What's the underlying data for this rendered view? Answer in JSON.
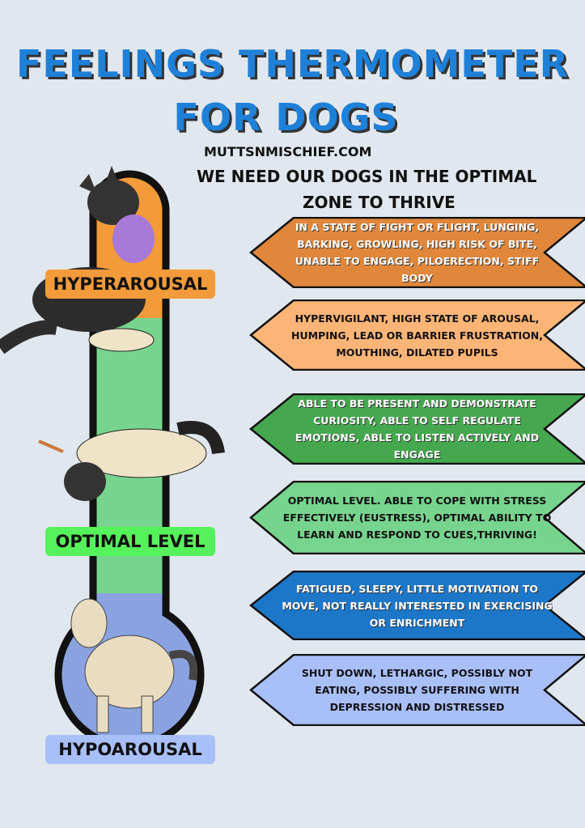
{
  "title": {
    "line1": "FEELINGS THERMOMETER",
    "line2": "FOR DOGS"
  },
  "website": "MUTTSNMISCHIEF.COM",
  "subtitle": {
    "line1": "WE NEED OUR DOGS IN THE OPTIMAL",
    "line2": "ZONE TO THRIVE"
  },
  "zones": {
    "hyper": "HYPERAROUSAL",
    "optimal": "OPTIMAL LEVEL",
    "hypo": "HYPOAROUSAL"
  },
  "colors": {
    "orange": "#e0873c",
    "peach": "#fdb577",
    "green": "#45a84f",
    "lightgreen": "#77d48e",
    "blue": "#1d77c9",
    "lavender": "#a9bff8",
    "pillGreen": "#56f25c"
  },
  "banners": [
    {
      "text": "In a state of fight or flight, lunging, barking, growling, high risk of bite, unable to engage, piloerection, stiff body",
      "color": "#e0873c",
      "textColor": "#ffffff"
    },
    {
      "text": "Hypervigilant, high state of arousal, humping, lead or barrier frustration, mouthing, dilated pupils",
      "color": "#fdb577",
      "textColor": "#111111"
    },
    {
      "text": "Able to be present and demonstrate curiosity, able to self regulate emotions, able to listen actively and engage",
      "color": "#45a84f",
      "textColor": "#ffffff"
    },
    {
      "text": "Optimal level. Able to cope with stress effectively (eustress), optimal ability to learn and respond to cues,thriving!",
      "color": "#77d48e",
      "textColor": "#111111"
    },
    {
      "text": "Fatigued, sleepy, little motivation to move, not really interested in exercising or enrichment",
      "color": "#1d77c9",
      "textColor": "#ffffff"
    },
    {
      "text": "Shut down, lethargic, possibly not eating, possibly suffering with depression  and distressed",
      "color": "#a9bff8",
      "textColor": "#111111"
    }
  ]
}
